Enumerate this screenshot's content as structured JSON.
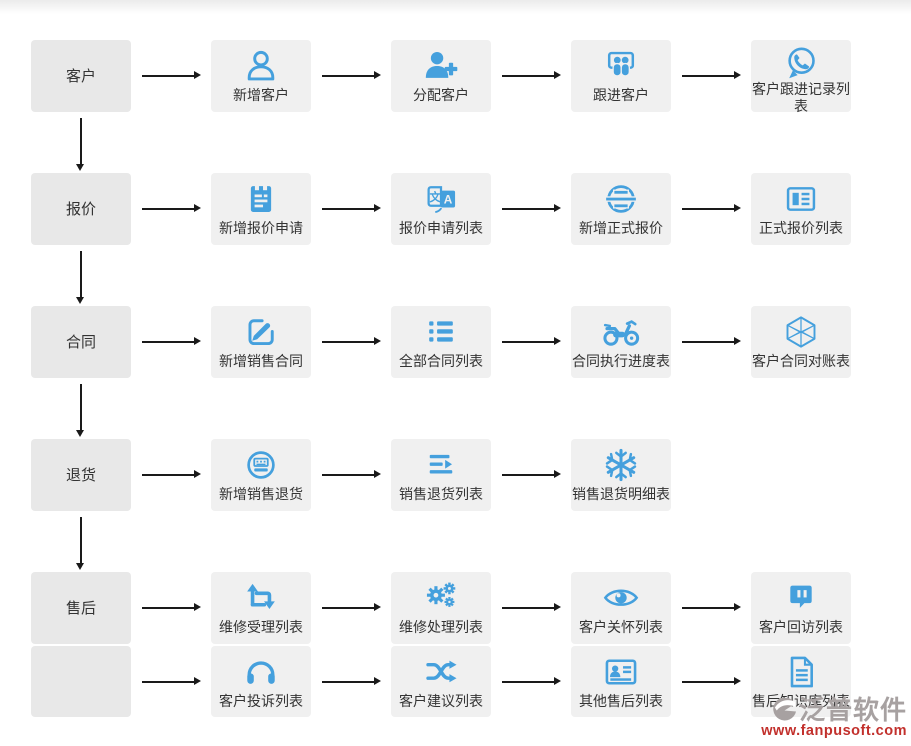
{
  "colors": {
    "icon_blue": "#45a0dd",
    "node_bg": "#f0f0f0",
    "stage_bg": "#e8e8e8",
    "label_text": "#333333",
    "arrow": "#1a1a1a",
    "watermark_gray": "#a7a1a1",
    "watermark_red": "#c2302c"
  },
  "rows": [
    {
      "stage": "客户",
      "items": [
        {
          "icon": "user-outline-icon",
          "label": "新增客户"
        },
        {
          "icon": "user-plus-icon",
          "label": "分配客户"
        },
        {
          "icon": "slideshare-people-icon",
          "label": "跟进客户"
        },
        {
          "icon": "whatsapp-icon",
          "label": "客户跟进记录列表"
        }
      ]
    },
    {
      "stage": "报价",
      "items": [
        {
          "icon": "memo-note-icon",
          "label": "新增报价申请"
        },
        {
          "icon": "language-translate-icon",
          "label": "报价申请列表"
        },
        {
          "icon": "circle-bars-icon",
          "label": "新增正式报价"
        },
        {
          "icon": "newspaper-icon",
          "label": "正式报价列表"
        }
      ]
    },
    {
      "stage": "合同",
      "items": [
        {
          "icon": "edit-pencil-icon",
          "label": "新增销售合同"
        },
        {
          "icon": "list-ul-icon",
          "label": "全部合同列表"
        },
        {
          "icon": "motorcycle-icon",
          "label": "合同执行进度表"
        },
        {
          "icon": "codepen-cube-icon",
          "label": "客户合同对账表"
        }
      ]
    },
    {
      "stage": "退货",
      "items": [
        {
          "icon": "circle-keyboard-icon",
          "label": "新增销售退货"
        },
        {
          "icon": "lines-arrow-icon",
          "label": "销售退货列表"
        },
        {
          "icon": "snowflake-icon",
          "label": "销售退货明细表"
        }
      ]
    },
    {
      "stage": "售后",
      "items": [
        {
          "icon": "loop-arrows-icon",
          "label": "维修受理列表"
        },
        {
          "icon": "cogs-icon",
          "label": "维修处理列表"
        },
        {
          "icon": "eye-icon",
          "label": "客户关怀列表"
        },
        {
          "icon": "twitch-bubble-icon",
          "label": "客户回访列表"
        }
      ]
    },
    {
      "stage": "",
      "items": [
        {
          "icon": "headphones-icon",
          "label": "客户投诉列表"
        },
        {
          "icon": "shuffle-icon",
          "label": "客户建议列表"
        },
        {
          "icon": "id-card-icon",
          "label": "其他售后列表"
        },
        {
          "icon": "file-text-icon",
          "label": "售后知识库列表"
        }
      ]
    }
  ],
  "watermark": {
    "brand": "泛普软件",
    "url": "www.fanpusoft.com"
  }
}
